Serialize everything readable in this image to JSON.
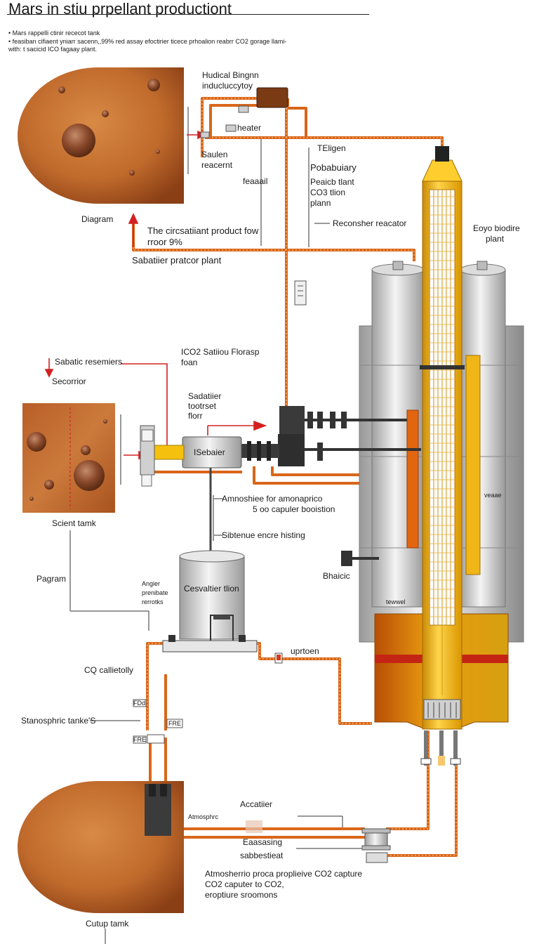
{
  "title": "Mars in stiu prpellant productiont",
  "intro": {
    "line1": "• Mars  rappelli ctinir rececot tank",
    "line2": "• feasiban cifiaent yniarr sacenn,,99%  red assay efoctirier ticece prhoalion reabrr CO2 gorage llami-",
    "line3": "with: t sacicid ICO fagaay plant."
  },
  "labels": {
    "hudical_line1": "Hudical Bingnn",
    "hudical_line2": "inducluccytoy",
    "heater": "heater",
    "saulen_line1": "Saulen",
    "saulen_line2": "reacernt",
    "feaaail": "feaaail",
    "eligen": "TEligen",
    "pobabulary": "Pobabuiary",
    "peaicb_line1": "Peaicb  tlant",
    "peaicb_line2": "CO3 tlion",
    "peaicb_line3": "plann",
    "reconsher": "Reconsher reacator",
    "eoyo_line1": "Eoyo biodire",
    "eoyo_line2": "plant",
    "diagram": "Diagram",
    "circ_line1": "The circsatiiant product fow",
    "circ_line2": "rroor 9%",
    "sabatier_plant": "Sabatiier pratcor plant",
    "ico2_line1": "ICO2 Satiiou Florasp",
    "ico2_line2": "foan",
    "sabatic_res": "Sabatic resemiers",
    "secorrior": "Secorrior",
    "sadatiier_line1": "Sadatiier",
    "sadatiier_line2": "tootrset",
    "sadatiier_line3": "florr",
    "isebaier": "ISebaier",
    "amnoshiee_line1": "Amnoshiee for amonaprico",
    "amnoshiee_line2": "5 oo capuler booistion",
    "scient_tamk": "Scient tamk",
    "veaae": "veaae",
    "sibtenue": "Sibtenue encre histing",
    "pagram": "Pagram",
    "angier_line1": "Angier",
    "angier_line2": "prenibate",
    "angier_line3": "rerrotks",
    "cesvaltier": "Cesvaltier tlion",
    "bhaicic": "Bhaicic",
    "tewwel": "tewwel",
    "uprtoen": "uprtoen",
    "cq_calle": "CQ callietolly",
    "stanospheric": "Stanosphric tanke'S",
    "accatiier": "Accatiier",
    "atmosphere": "Atmosphrc",
    "eaasasing_line1": "Eaasasing",
    "eaasasing_line2": "sabbestieat",
    "bottom_line1": "Atmosherrio proca proplieive CO2 capture",
    "bottom_line2": "CO2 caputer to CO2,",
    "bottom_line3": "eroptiure sroomons",
    "cutup": "Cutup tamk"
  },
  "gauge_labels": {
    "g1": "FDd",
    "g2": "FRE",
    "g3": "FRE"
  },
  "colors": {
    "mars_dark": "#8a3f15",
    "mars_mid": "#c06a2c",
    "mars_light": "#d88a45",
    "pipe_orange": "#e0701c",
    "pipe_light": "#f5b060",
    "steel": "#c9c9c9",
    "steel_dark": "#8f8f8f",
    "gold": "#f2b516",
    "red_arrow": "#d42020"
  },
  "icons": [
    "crater-icon",
    "flow-arrow-icon",
    "valve-icon",
    "pressure-gauge-icon"
  ]
}
